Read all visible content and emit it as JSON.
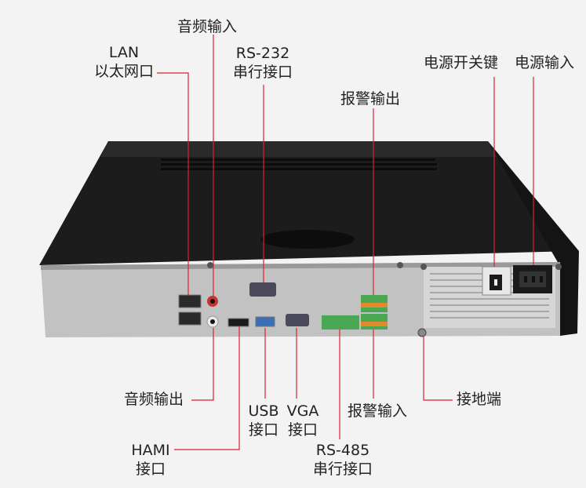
{
  "labels": {
    "audio_in": "音频输入",
    "lan_line1": "LAN",
    "lan_line2": "以太网口",
    "rs232_line1": "RS-232",
    "rs232_line2": "串行接口",
    "power_switch": "电源开关键",
    "power_input": "电源输入",
    "alarm_out": "报警输出",
    "audio_out": "音频输出",
    "usb_line1": "USB",
    "usb_line2": "接口",
    "vga_line1": "VGA",
    "vga_line2": "接口",
    "alarm_in": "报警输入",
    "ground": "接地端",
    "hdmi_line1": "HAMI",
    "hdmi_line2": "接口",
    "rs485_line1": "RS-485",
    "rs485_line2": "串行接口"
  },
  "colors": {
    "callout_line": "#d9232d",
    "chassis_top": "#1b1b1b",
    "rear_panel": "#bdbdbd"
  }
}
